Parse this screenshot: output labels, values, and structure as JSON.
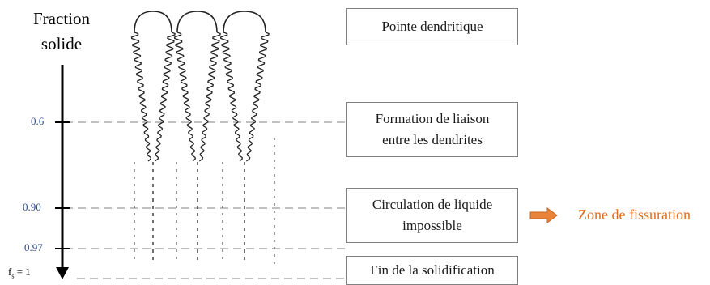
{
  "axis": {
    "title_line1": "Fraction",
    "title_line2": "solide",
    "ticks": [
      "0.6",
      "0.90",
      "0.97"
    ],
    "end_label_main": "f",
    "end_label_sub": "s",
    "end_label_tail": " = 1"
  },
  "stages": [
    {
      "line1": "Pointe dendritique",
      "line2": ""
    },
    {
      "line1": "Formation de liaison",
      "line2": "entre les dendrites"
    },
    {
      "line1": "Circulation de liquide",
      "line2": "impossible"
    },
    {
      "line1": "Fin de la solidification",
      "line2": ""
    }
  ],
  "zone": {
    "label": "Zone de fissuration",
    "color": "#e06b1d"
  },
  "colors": {
    "dashes": "#9a9a9a",
    "tick_text": "#2b4a86",
    "box_border": "#808080"
  }
}
